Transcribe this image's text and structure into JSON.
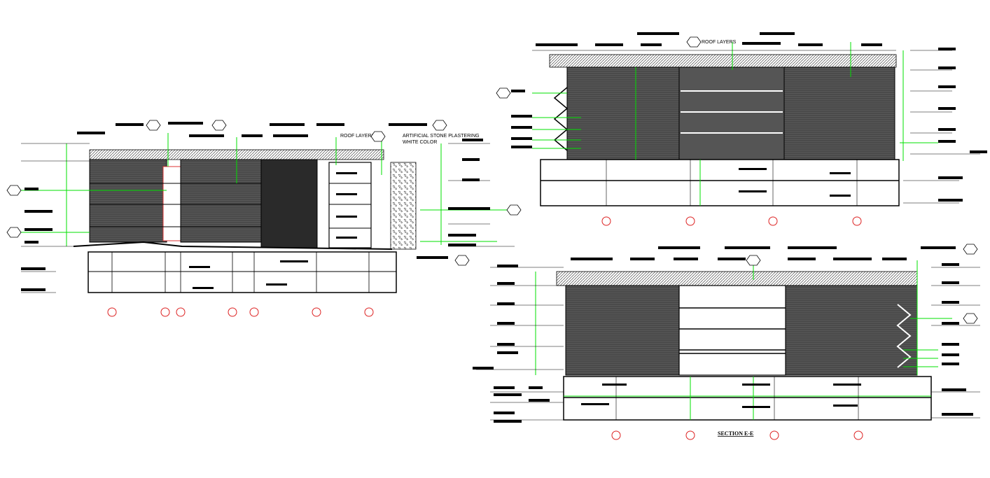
{
  "drawing": {
    "annotations": {
      "roof_layers_left": "ROOF LAYERS",
      "artificial_stone_line1": "ARTIFICIAL STONE PLASTERING",
      "artificial_stone_line2": "WHITE COLOR",
      "roof_layers_right": "ROOF LAYERS"
    },
    "section_title": "SECTION E-E",
    "colors": {
      "ink": "#000000",
      "dim_green": "#00e000",
      "grid_red": "#dd2222",
      "glazing_dark": "#3a3a3a",
      "glazing_mid": "#5a5a5a",
      "background": "#ffffff"
    },
    "icons": [
      "section-marker-hexagon-icon",
      "grid-bubble-icon",
      "level-marker-icon"
    ]
  }
}
